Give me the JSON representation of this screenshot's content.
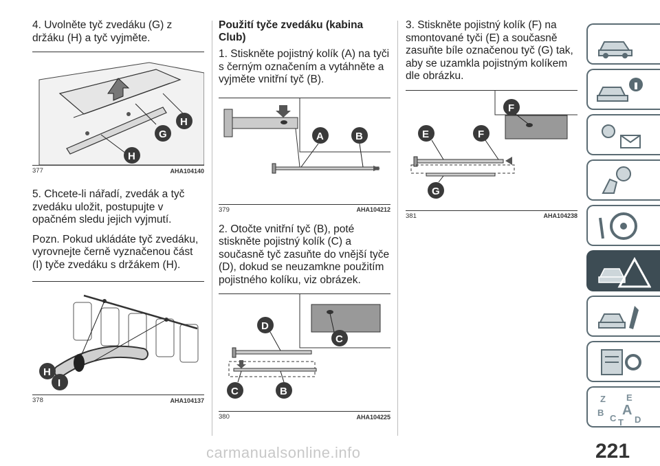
{
  "column1": {
    "step4": "4. Uvolněte tyč zvedáku (G) z držáku (H) a tyč vyjměte.",
    "fig377": {
      "number": "377",
      "code": "AHA104140",
      "callouts": [
        "H",
        "G",
        "H"
      ]
    },
    "step5": "5. Chcete-li nářadí, zvedák a tyč zvedáku uložit, postupujte v opačném sledu jejich vyjmutí.",
    "note": "Pozn. Pokud ukládáte tyč zvedáku, vyrovnejte černě vyznačenou část (I) tyče zvedáku s držákem (H).",
    "fig378": {
      "number": "378",
      "code": "AHA104137",
      "callouts": [
        "H",
        "I"
      ]
    }
  },
  "column2": {
    "heading": "Použití tyče zvedáku (kabina Club)",
    "step1": "1. Stiskněte pojistný kolík (A) na tyči s černým označením a vytáhněte a vyjměte vnitřní tyč (B).",
    "fig379": {
      "number": "379",
      "code": "AHA104212",
      "callouts": [
        "A",
        "B"
      ]
    },
    "step2": "2. Otočte vnitřní tyč (B), poté stiskněte pojistný kolík (C) a současně tyč zasuňte do vnější tyče (D), dokud se neuzamkne použitím pojistného kolíku, viz obrázek.",
    "fig380": {
      "number": "380",
      "code": "AHA104225",
      "callouts": [
        "D",
        "C",
        "C",
        "B"
      ]
    }
  },
  "column3": {
    "step3": "3. Stiskněte pojistný kolík (F) na smontované tyči (E) a současně zasuňte bíle označenou tyč (G) tak, aby se uzamkla pojistným kolíkem dle obrázku.",
    "fig381": {
      "number": "381",
      "code": "AHA104238",
      "callouts": [
        "F",
        "E",
        "F",
        "G"
      ]
    }
  },
  "side_tabs": [
    {
      "icon": "car-dashboard-icon",
      "active": false
    },
    {
      "icon": "car-info-icon",
      "active": false
    },
    {
      "icon": "warning-lights-icon",
      "active": false
    },
    {
      "icon": "airbag-seat-icon",
      "active": false
    },
    {
      "icon": "steering-wheel-icon",
      "active": false
    },
    {
      "icon": "emergency-car-icon",
      "active": true
    },
    {
      "icon": "car-maintenance-icon",
      "active": false
    },
    {
      "icon": "technical-data-icon",
      "active": false
    },
    {
      "icon": "alphabetical-index-icon",
      "active": false
    }
  ],
  "side_tabs_index_letters": [
    "Z",
    "E",
    "B",
    "A",
    "C",
    "T",
    "D"
  ],
  "page_number": "221",
  "watermark": "carmanualsonline.info",
  "colors": {
    "callout": "#3a3a3a",
    "tab_border": "#5a6b73",
    "tab_active": "#3d4c54"
  }
}
